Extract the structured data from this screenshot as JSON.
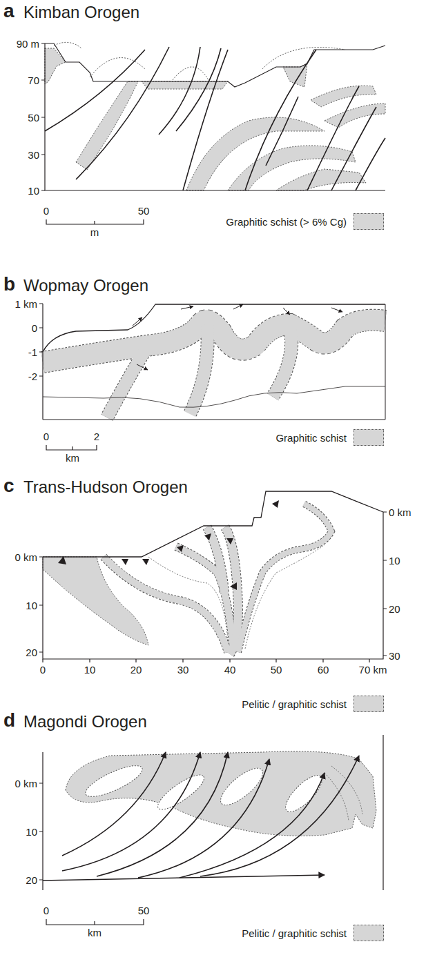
{
  "diagram": {
    "labels": [
      "a",
      "Kimban Orogen",
      "90 m",
      "70",
      "50",
      "30",
      "10",
      "0",
      "50",
      "m",
      "b",
      "Wopmay Orogen",
      "1 km",
      "0",
      "-1",
      "-2",
      "0",
      "2",
      "km",
      "c",
      "Trans-Hudson Orogen",
      "0 km",
      "10",
      "20",
      "0 km",
      "10",
      "20",
      "30",
      "0",
      "10",
      "20",
      "30",
      "40",
      "50",
      "60",
      "70 km",
      "d",
      "Magondi Orogen",
      "0 km",
      "10",
      "20",
      "0",
      "50",
      "km"
    ],
    "legend": [
      {
        "text": "Graphitic schist (> 6% Cg)",
        "color": "#d6d6d6"
      },
      {
        "text": "Graphitic schist",
        "color": "#d6d6d6"
      },
      {
        "text": "Pelitic / graphitic schist",
        "color": "#d6d6d6"
      },
      {
        "text": "Pelitic / graphitic schist",
        "color": "#d6d6d6"
      }
    ]
  }
}
